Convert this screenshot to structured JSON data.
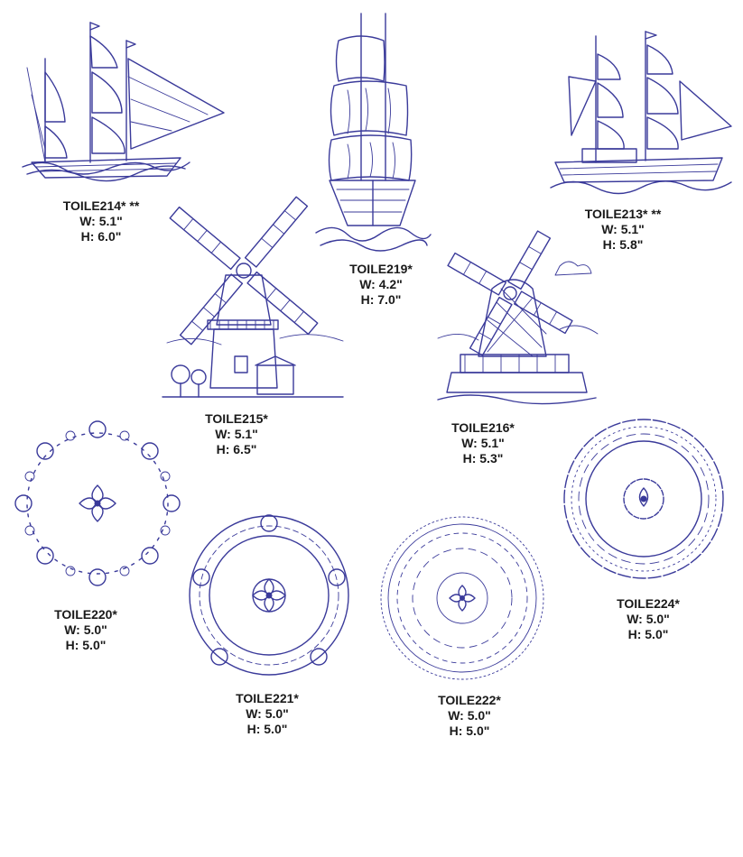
{
  "designs": [
    {
      "code": "TOILE214* **",
      "width": "W: 5.1\"",
      "height": "H: 6.0\"",
      "icon": "sailing-ship-icon"
    },
    {
      "code": "TOILE219*",
      "width": "W: 4.2\"",
      "height": "H: 7.0\"",
      "icon": "sailing-ship-bow-icon"
    },
    {
      "code": "TOILE213* **",
      "width": "W: 5.1\"",
      "height": "H: 5.8\"",
      "icon": "sailing-ship-icon"
    },
    {
      "code": "TOILE215*",
      "width": "W: 5.1\"",
      "height": "H: 6.5\"",
      "icon": "windmill-icon"
    },
    {
      "code": "TOILE216*",
      "width": "W: 5.1\"",
      "height": "H: 5.3\"",
      "icon": "windmill-icon"
    },
    {
      "code": "TOILE220*",
      "width": "W: 5.0\"",
      "height": "H: 5.0\"",
      "icon": "floral-wreath-icon"
    },
    {
      "code": "TOILE221*",
      "width": "W: 5.0\"",
      "height": "H: 5.0\"",
      "icon": "ornate-plate-icon"
    },
    {
      "code": "TOILE222*",
      "width": "W: 5.0\"",
      "height": "H: 5.0\"",
      "icon": "lace-plate-icon"
    },
    {
      "code": "TOILE224*",
      "width": "W: 5.0\"",
      "height": "H: 5.0\"",
      "icon": "scalloped-plate-icon"
    }
  ],
  "colors": {
    "ink": "#3a3a9a",
    "text": "#1a1a1a",
    "background": "#ffffff"
  }
}
